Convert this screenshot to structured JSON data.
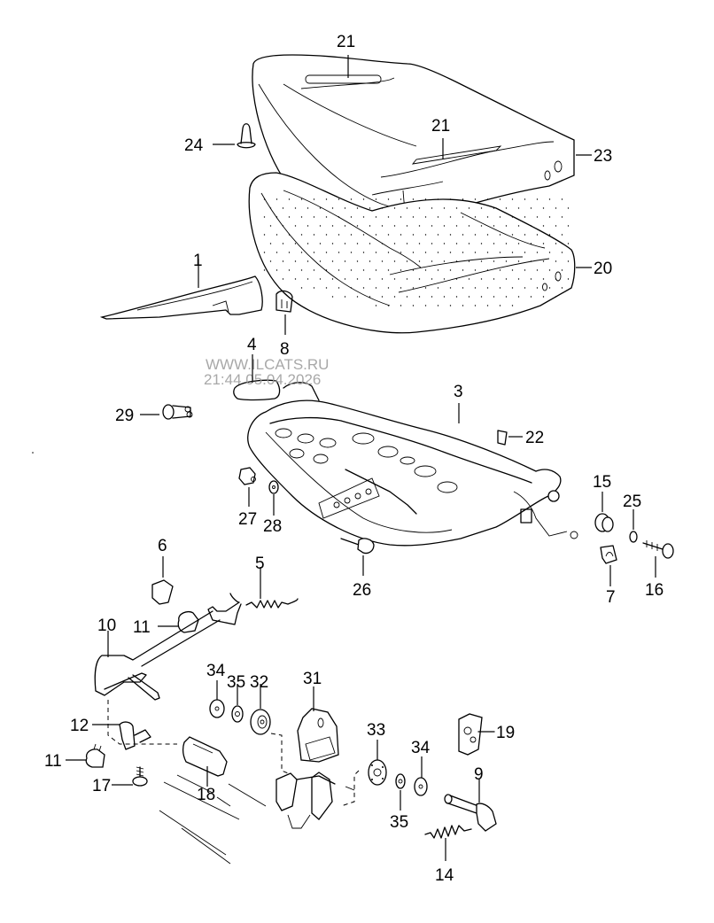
{
  "watermark": {
    "site": "WWW.ILCATS.RU",
    "timestamp": "21:44 05.04.2026"
  },
  "diagram": {
    "type": "exploded parts diagram",
    "subject": "seat assembly",
    "callouts": [
      {
        "id": "c21a",
        "label": "21",
        "part": "zip-fastener-back"
      },
      {
        "id": "c21b",
        "label": "21",
        "part": "zip-fastener-front"
      },
      {
        "id": "c24",
        "label": "24",
        "part": "retaining-clip"
      },
      {
        "id": "c23",
        "label": "23",
        "part": "seat-cover"
      },
      {
        "id": "c20",
        "label": "20",
        "part": "seat-cushion-padding"
      },
      {
        "id": "c1",
        "label": "1",
        "part": "side-trim-panel"
      },
      {
        "id": "c8",
        "label": "8",
        "part": "clip"
      },
      {
        "id": "c4",
        "label": "4",
        "part": "handle-grip"
      },
      {
        "id": "c3",
        "label": "3",
        "part": "seat-frame"
      },
      {
        "id": "c29",
        "label": "29",
        "part": "bolt"
      },
      {
        "id": "c22",
        "label": "22",
        "part": "clip"
      },
      {
        "id": "c27",
        "label": "27",
        "part": "nut"
      },
      {
        "id": "c28",
        "label": "28",
        "part": "washer"
      },
      {
        "id": "c15",
        "label": "15",
        "part": "bushing"
      },
      {
        "id": "c25",
        "label": "25",
        "part": "washer"
      },
      {
        "id": "c26",
        "label": "26",
        "part": "bolt"
      },
      {
        "id": "c7",
        "label": "7",
        "part": "clip-nut"
      },
      {
        "id": "c16",
        "label": "16",
        "part": "bolt"
      },
      {
        "id": "c6",
        "label": "6",
        "part": "clip"
      },
      {
        "id": "c5",
        "label": "5",
        "part": "tension-spring"
      },
      {
        "id": "c11a",
        "label": "11",
        "part": "clip"
      },
      {
        "id": "c10",
        "label": "10",
        "part": "release-bar"
      },
      {
        "id": "c34a",
        "label": "34",
        "part": "washer"
      },
      {
        "id": "c35a",
        "label": "35",
        "part": "washer"
      },
      {
        "id": "c32",
        "label": "32",
        "part": "gear-wheel"
      },
      {
        "id": "c31",
        "label": "31",
        "part": "bearing-bracket"
      },
      {
        "id": "c12",
        "label": "12",
        "part": "bracket"
      },
      {
        "id": "c33",
        "label": "33",
        "part": "gear-wheel"
      },
      {
        "id": "c34b",
        "label": "34",
        "part": "washer"
      },
      {
        "id": "c19",
        "label": "19",
        "part": "locking-piece"
      },
      {
        "id": "c11b",
        "label": "11",
        "part": "clip"
      },
      {
        "id": "c17",
        "label": "17",
        "part": "screw"
      },
      {
        "id": "c18",
        "label": "18",
        "part": "handle-grip"
      },
      {
        "id": "c9",
        "label": "9",
        "part": "shaft"
      },
      {
        "id": "c35b",
        "label": "35",
        "part": "washer"
      },
      {
        "id": "c14",
        "label": "14",
        "part": "spring"
      }
    ]
  }
}
